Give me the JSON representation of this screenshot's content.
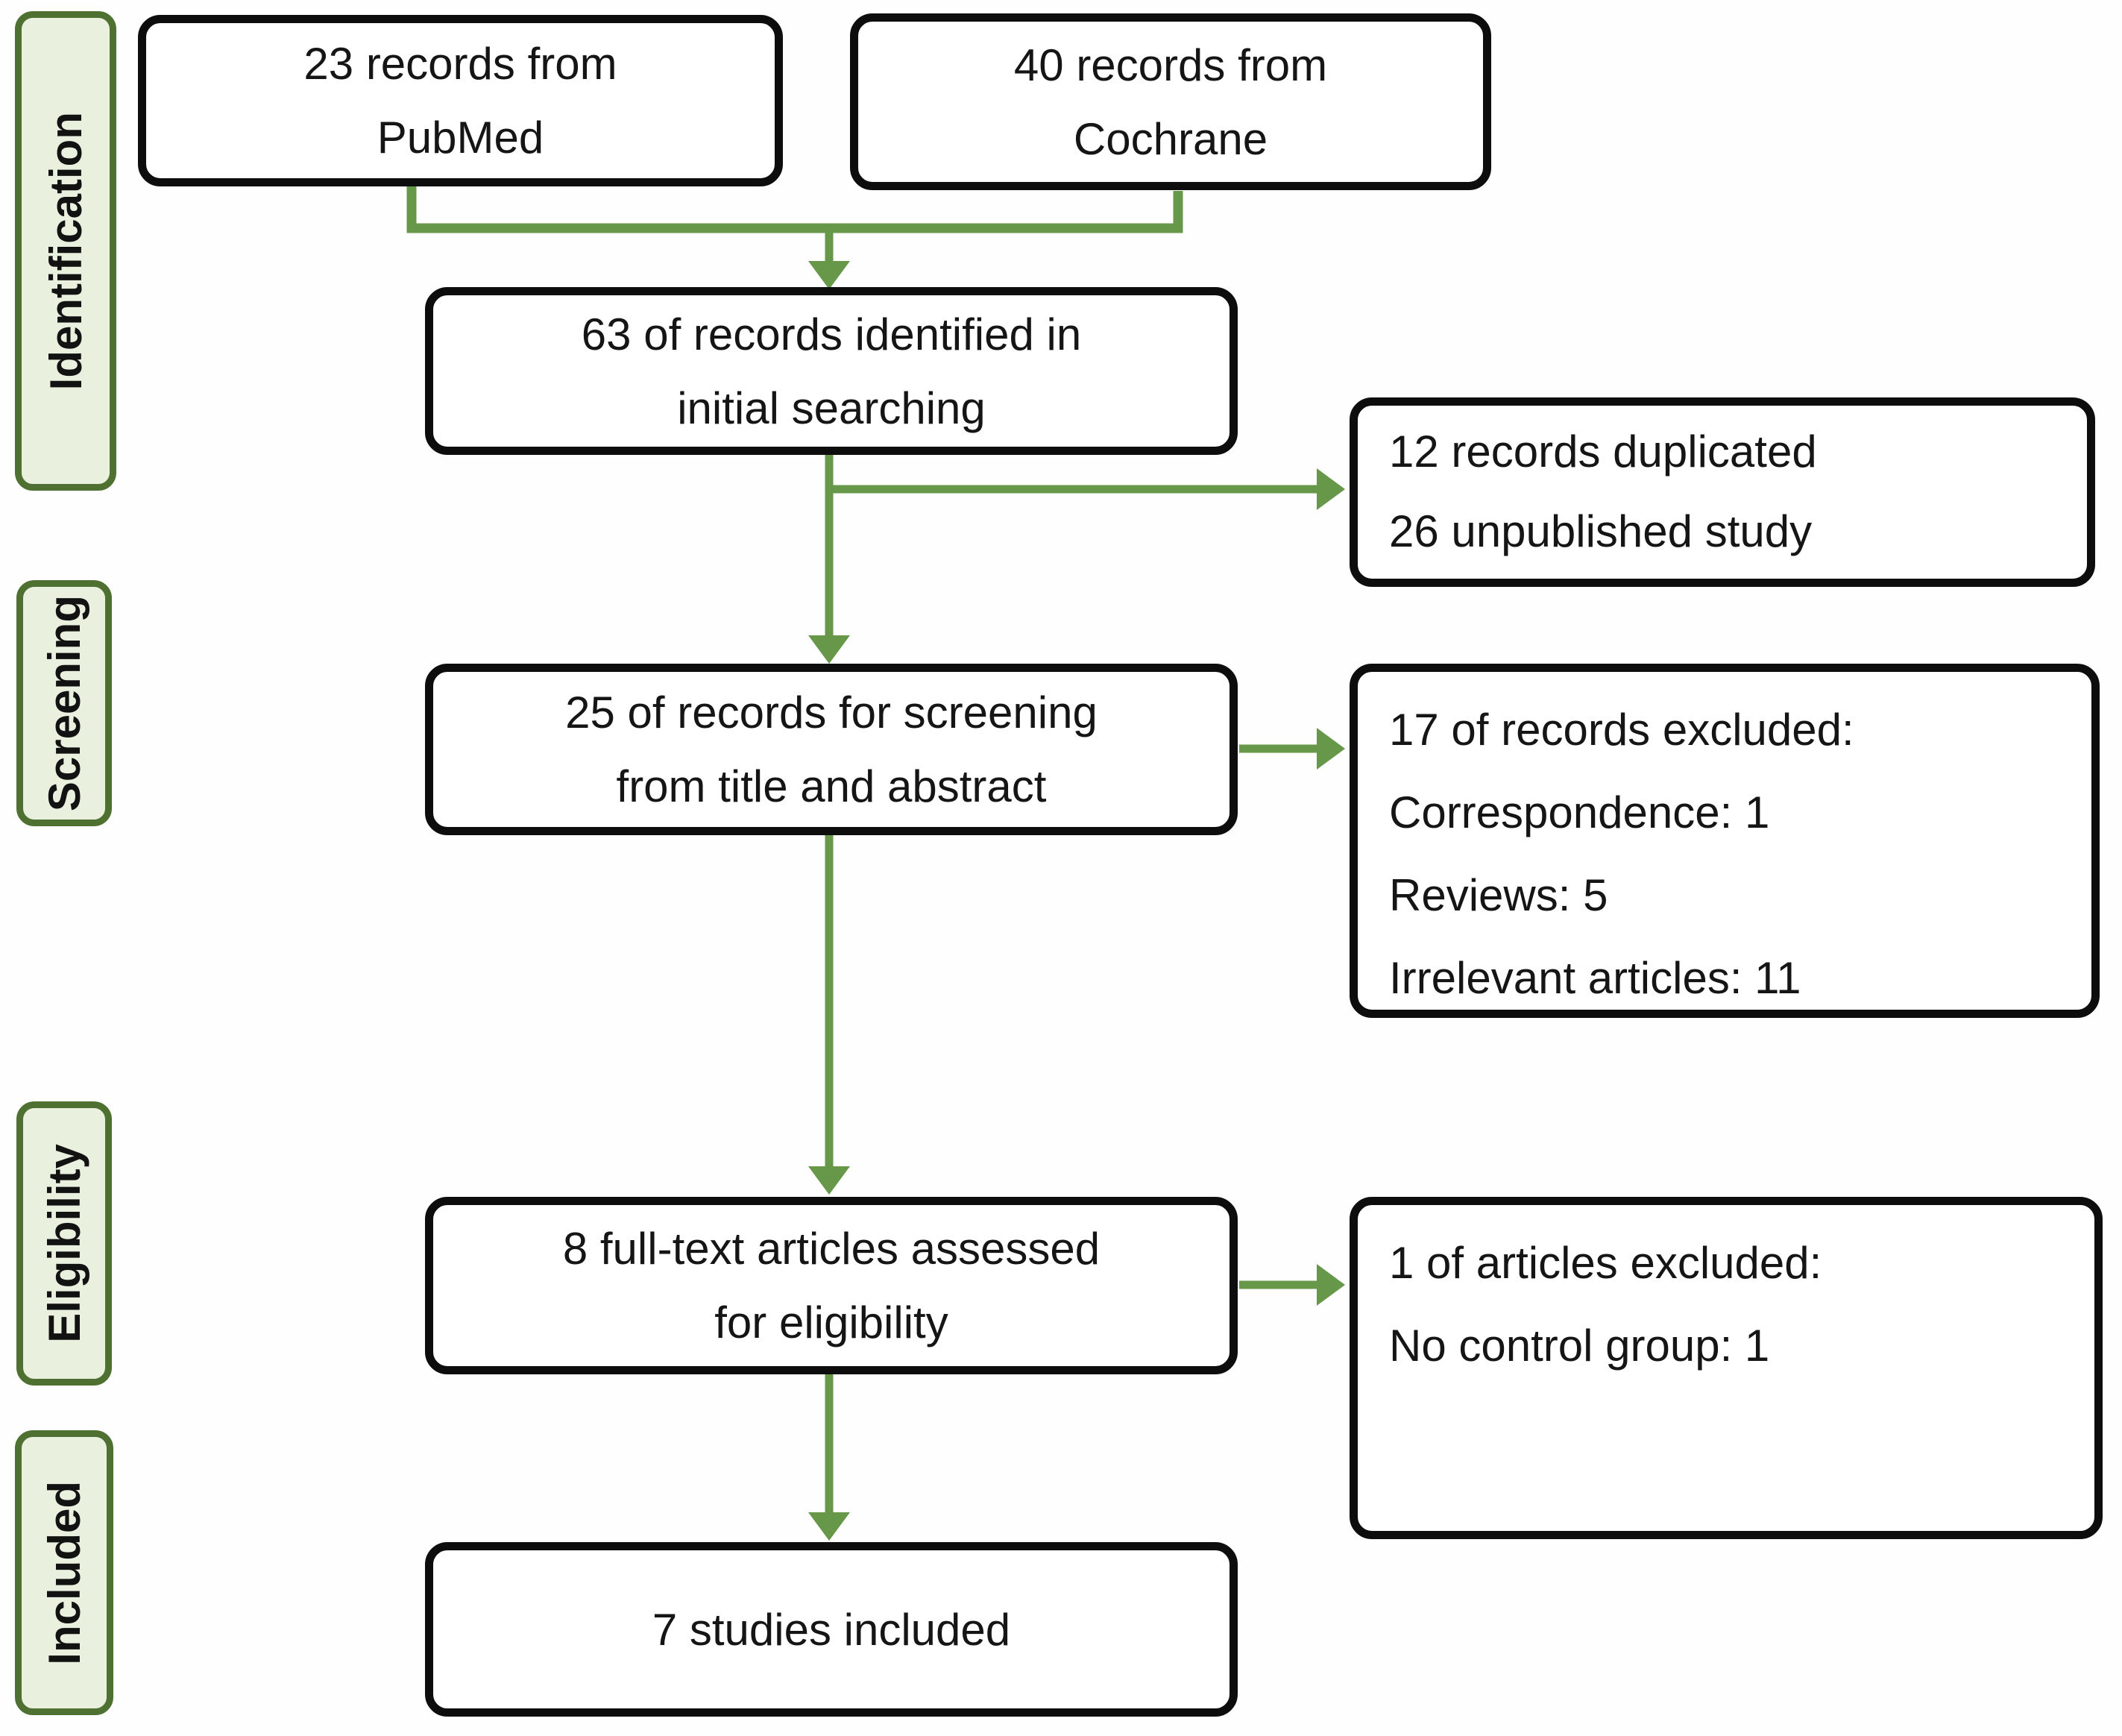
{
  "diagram": {
    "kind": "study-selection-flowchart",
    "colors": {
      "arrow_green": "#67984a",
      "stage_fill": "#e9f0de",
      "stage_border": "#4e7030",
      "box_border": "#0d0d0d",
      "box_fill": "#ffffff",
      "text": "#111111"
    }
  },
  "stages": [
    {
      "id": "identification",
      "label": "Identification"
    },
    {
      "id": "screening",
      "label": "Screening"
    },
    {
      "id": "eligibility",
      "label": "Eligibility"
    },
    {
      "id": "included",
      "label": "Included"
    }
  ],
  "boxes": {
    "pubmed": {
      "lines": [
        "23 records from",
        "PubMed"
      ]
    },
    "cochrane": {
      "lines": [
        "40 records from",
        "Cochrane"
      ]
    },
    "identified": {
      "lines": [
        "63 of records identified in",
        "initial searching"
      ]
    },
    "duplicates_removed": {
      "lines": [
        "12 records duplicated",
        "26 unpublished study"
      ]
    },
    "screened": {
      "lines": [
        "25 of records for screening",
        "from title and abstract"
      ]
    },
    "screening_excluded": {
      "lines": [
        "17 of records excluded:",
        "Correspondence: 1",
        "Reviews: 5",
        "Irrelevant articles: 11"
      ]
    },
    "fulltext_assessed": {
      "lines": [
        "8 full-text articles assessed",
        "for eligibility"
      ]
    },
    "fulltext_excluded": {
      "lines": [
        "1 of articles excluded:",
        "No control group: 1"
      ]
    },
    "included_studies": {
      "lines": [
        "7 studies included"
      ]
    }
  }
}
